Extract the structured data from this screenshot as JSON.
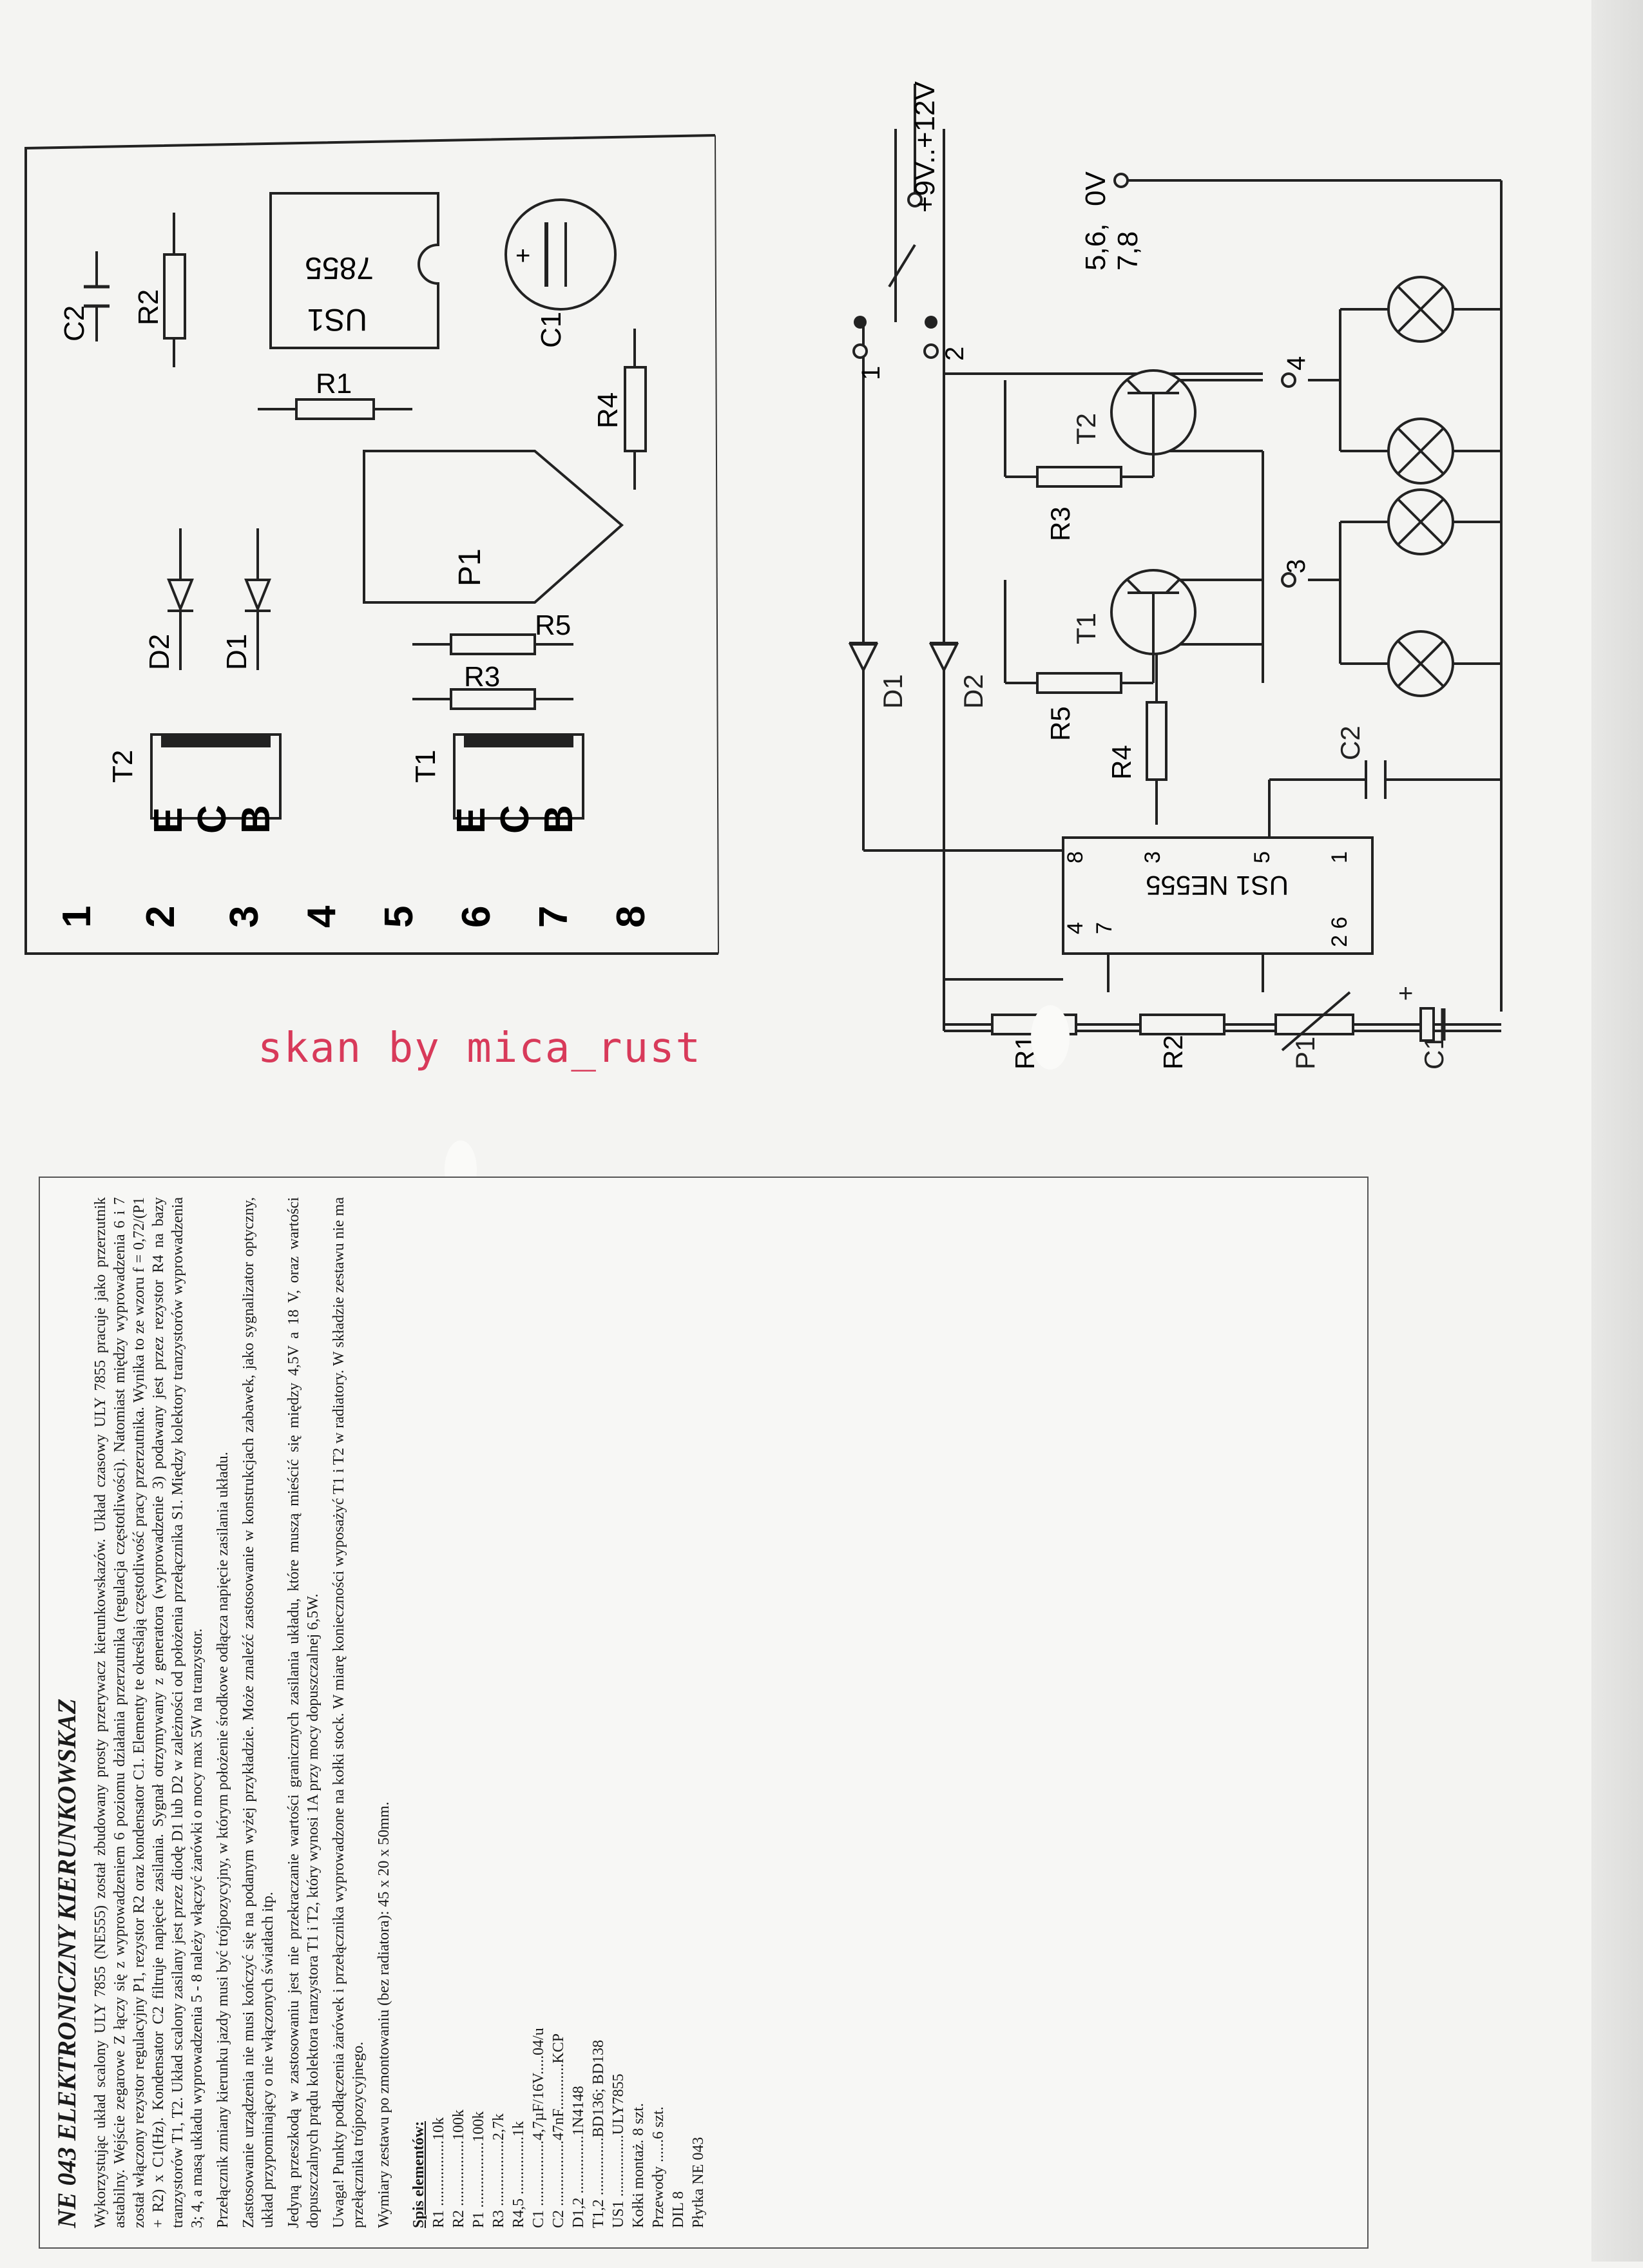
{
  "watermark": "skan by mica_rust",
  "pcb": {
    "labels": {
      "c2": "C2",
      "r2": "R2",
      "us1_a": "7855",
      "us1_b": "US1",
      "c1": "C1",
      "r1": "R1",
      "r4": "R4",
      "p1": "P1",
      "d2": "D2",
      "d1": "D1",
      "r5": "R5",
      "r3": "R3",
      "t2": "T2",
      "t1": "T1"
    },
    "pins": [
      "1",
      "2",
      "3",
      "4",
      "5",
      "6",
      "7",
      "8"
    ],
    "transistor_pins": [
      "E",
      "C",
      "B"
    ]
  },
  "schematic": {
    "supply": "+9V..+12V",
    "ground": "0V",
    "bulb_supply_a": "5,6,",
    "bulb_supply_b": "7,8",
    "ic_label": "US1 NE555",
    "ic_pins": {
      "p4": "4",
      "p8": "8",
      "p7": "7",
      "p3": "3",
      "p26": "2 6",
      "p1": "1",
      "p5": "5"
    },
    "terminals": {
      "t1": "1",
      "t2": "2",
      "t3": "3",
      "t4": "4"
    },
    "components": {
      "r1": "R1",
      "r2": "R2",
      "p1": "P1",
      "c1": "C1",
      "r3": "R3",
      "r4": "R4",
      "r5": "R5",
      "t1": "T1",
      "t2": "T2",
      "d1": "D1",
      "d2": "D2",
      "c2": "C2",
      "c1_plus": "+"
    }
  },
  "document": {
    "title": "NE 043 ELEKTRONICZNY KIERUNKOWSKAZ",
    "paragraphs": [
      "Wykorzystując układ scalony ULY 7855 (NE555) został zbudowany prosty przerywacz kierunkowskazów. Układ czasowy ULY 7855 pracuje jako przerzutnik astabilny. Wejście zegarowe Z łączy się z wyprowadzeniem 6 poziomu działania przerzutnika (regulacja częstotliwości). Natomiast między wyprowadzenia 6 i 7 został włączony rezystor regulacyjny P1, rezystor R2 oraz kondensator C1. Elementy te określają częstotliwość pracy przerzutnika. Wynika to ze wzoru f = 0,72/(P1 + R2) x C1(Hz). Kondensator C2 filtruje napięcie zasilania. Sygnał otrzymywany z generatora (wyprowadzenie 3) podawany jest przez rezystor R4 na bazy tranzystorów T1, T2. Układ scalony zasilany jest przez diodę D1 lub D2 w zależności od położenia przełącznika S1. Między kolektory tranzystorów wyprowadzenia 3; 4, a masą układu wyprowadzenia 5 - 8 należy włączyć żarówki o mocy max 5W na tranzystor.",
      "Przełącznik zmiany kierunku jazdy musi być trójpozycyjny, w którym położenie środkowe odłącza napięcie zasilania układu.",
      "Zastosowanie urządzenia nie musi kończyć się na podanym wyżej przykładzie. Może znaleźć zastosowanie w konstrukcjach zabawek, jako sygnalizator optyczny, układ przypominający o nie włączonych światłach itp.",
      "Jedyną przeszkodą w zastosowaniu jest nie przekraczanie wartości granicznych zasilania układu, które muszą mieścić się między 4,5V a 18 V, oraz wartości dopuszczalnych prądu kolektora tranzystora T1 i T2, który wynosi 1A przy mocy dopuszczalnej 6,5W.",
      "Uwaga! Punkty podłączenia żarówek i przełącznika wyprowadzone na kołki stock. W miarę konieczności wyposażyć T1 i T2 w radiatory. W składzie zestawu nie ma przełącznika trójpozycyjnego.",
      "Wymiary zestawu po zmontowaniu (bez radiatora): 45 x 20 x 50mm."
    ],
    "parts_header": "Spis elementów:",
    "parts": [
      "R1 .................10k",
      "R2 .................100k",
      "P1 .................100k",
      "R3 .................2,7k",
      "R4,5 ...............1k",
      "C1 .................4,7µF/16V.....04/u",
      "C2 .................47nF............KCP",
      "D1,2 ...............1N4148",
      "T1,2 ...............BD136; BD138",
      "US1 ................ULY7855",
      "Kołki montaż. 8 szt.",
      "Przewody ......6 szt.",
      "DIL 8",
      "Płytka NE 043"
    ]
  }
}
